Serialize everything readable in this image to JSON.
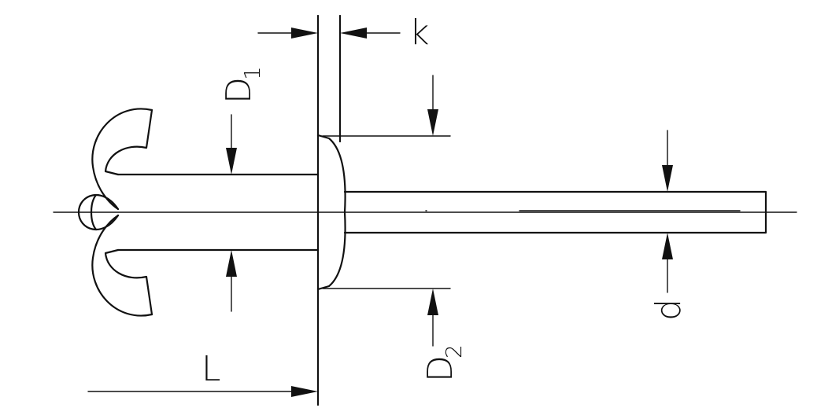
{
  "diagram": {
    "labels": {
      "k": "k",
      "d1_main": "D",
      "d1_sub": "1",
      "d2_main": "D",
      "d2_sub": "2",
      "d": "d",
      "l": "L"
    }
  }
}
